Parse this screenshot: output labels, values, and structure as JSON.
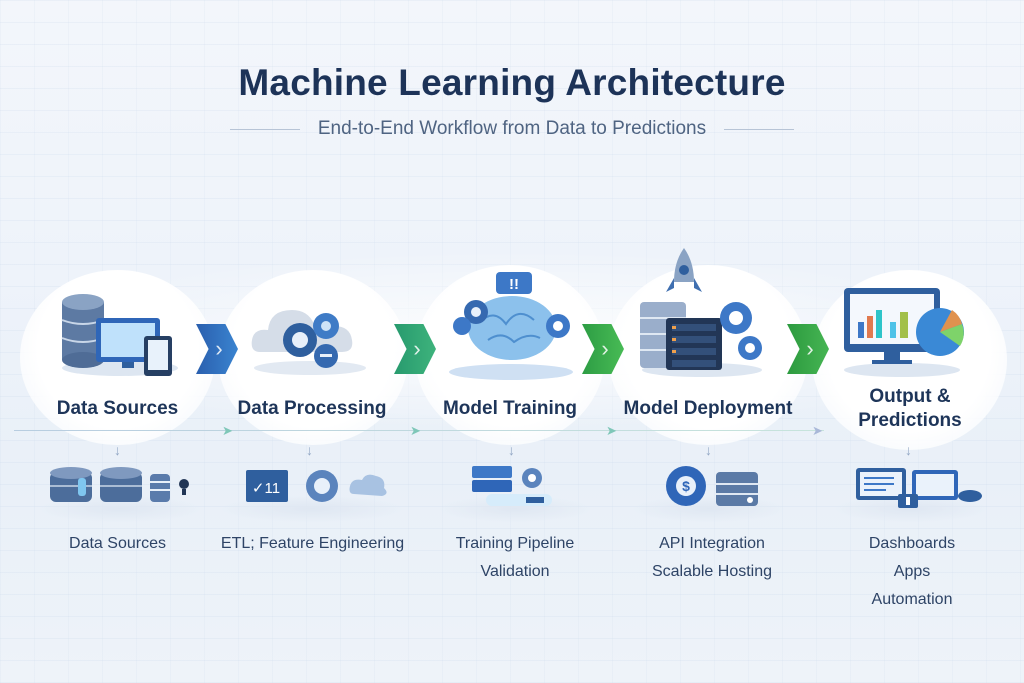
{
  "header": {
    "title": "Machine Learning Architecture",
    "subtitle": "End-to-End Workflow from Data to Predictions"
  },
  "stages": [
    {
      "label": "Data Sources",
      "icon": "database-monitor-tablet-icon",
      "details": [
        "Data Sources"
      ],
      "detail_icons": [
        "database-icon",
        "database-icon",
        "storage-icon",
        "lightbulb-icon"
      ]
    },
    {
      "label": "Data Processing",
      "icon": "cloud-gears-icon",
      "details": [
        "ETL; Feature Engineering"
      ],
      "detail_icons": [
        "document-icon",
        "gear-icon",
        "cloud-icon"
      ]
    },
    {
      "label": "Model Training",
      "icon": "brain-gears-icon",
      "details": [
        "Training Pipeline",
        "Validation"
      ],
      "detail_icons": [
        "server-stack-icon",
        "gear-icon",
        "pipeline-icon"
      ]
    },
    {
      "label": "Model Deployment",
      "icon": "rocket-server-gears-icon",
      "details": [
        "API Integration",
        "Scalable Hosting"
      ],
      "detail_icons": [
        "gear-dollar-icon",
        "server-icon"
      ]
    },
    {
      "label_line1": "Output &",
      "label_line2": "Predictions",
      "icon": "monitor-charts-icon",
      "details": [
        "Dashboards",
        "Apps",
        "Automation"
      ],
      "detail_icons": [
        "dashboard-window-icon",
        "window-icon"
      ]
    }
  ],
  "connectors": [
    {
      "from": "Data Sources",
      "to": "Data Processing",
      "color": "#2e6fbf"
    },
    {
      "from": "Data Processing",
      "to": "Model Training",
      "color": "#2fa36b"
    },
    {
      "from": "Model Training",
      "to": "Model Deployment",
      "color": "#3bb150"
    },
    {
      "from": "Model Deployment",
      "to": "Output & Predictions",
      "color": "#38a94a"
    }
  ],
  "colors": {
    "title": "#1d3358",
    "subtitle": "#4f6482",
    "primary_blue": "#2f5f9e",
    "accent_green": "#3bb150"
  }
}
